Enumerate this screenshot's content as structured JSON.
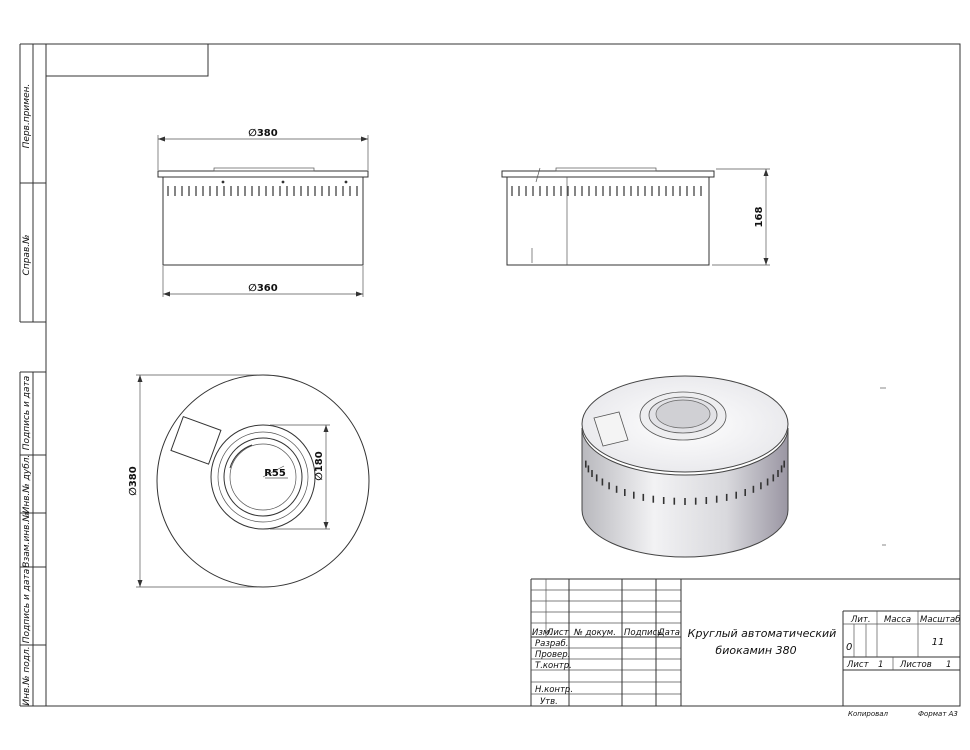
{
  "views": {
    "front": {
      "dim_top": "∅380",
      "dim_bottom": "∅360"
    },
    "side": {
      "dim_height": "168"
    },
    "plan": {
      "dim_outer": "∅380",
      "dim_inner": "∅180",
      "dim_radius": "R55"
    }
  },
  "side_strip": [
    "Перв.примен.",
    "Справ.№",
    "Подпись и дата",
    "Инв.№ дубл.",
    "Взам.инв.№",
    "Подпись и дата",
    "Инв.№ подл."
  ],
  "title_block": {
    "title_line1": "Круглый автоматический",
    "title_line2": "биокамин 380",
    "col_headers": [
      "Изм.",
      "Лист",
      "№ докум.",
      "Подпись",
      "Дата"
    ],
    "roles": [
      "Разраб.",
      "Провер.",
      "Т.контр.",
      "Н.контр.",
      "Утв."
    ],
    "lit_header": "Лит.",
    "mass_header": "Масса",
    "scale_header": "Масштаб",
    "lit_value": "0",
    "scale_value": "11",
    "sheet_label": "Лист",
    "sheet_value": "1",
    "sheets_label": "Листов",
    "sheets_value": "1"
  },
  "footer": {
    "copied": "Копировал",
    "format": "Формат А3"
  }
}
